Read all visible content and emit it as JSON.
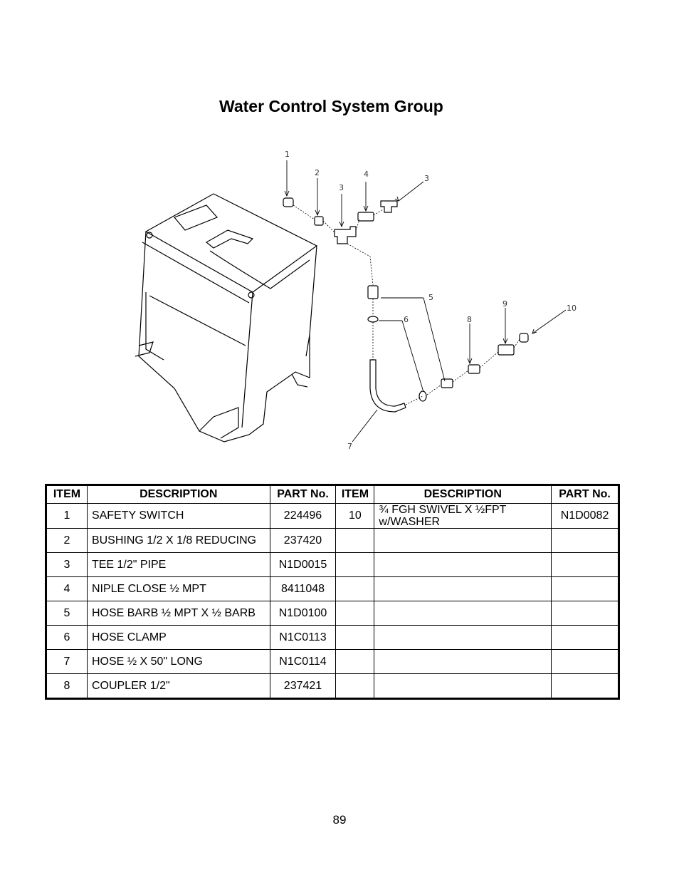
{
  "title": "Water Control System Group",
  "diagram": {
    "callouts": [
      "1",
      "2",
      "3",
      "4",
      "3",
      "5",
      "6",
      "7",
      "8",
      "9",
      "10"
    ]
  },
  "table": {
    "headers": [
      "ITEM",
      "DESCRIPTION",
      "PART No.",
      "ITEM",
      "DESCRIPTION",
      "PART No."
    ],
    "rows": [
      {
        "item": "1",
        "desc": "SAFETY SWITCH",
        "part": "224496",
        "item2": "10",
        "desc2": "¾ FGH SWIVEL X ½FPT w/WASHER",
        "part2": "N1D0082"
      },
      {
        "item": "2",
        "desc": "BUSHING 1/2 X 1/8 REDUCING",
        "part": "237420",
        "item2": "",
        "desc2": "",
        "part2": ""
      },
      {
        "item": "3",
        "desc": "TEE 1/2\" PIPE",
        "part": "N1D0015",
        "item2": "",
        "desc2": "",
        "part2": ""
      },
      {
        "item": "4",
        "desc": "NIPLE CLOSE ½ MPT",
        "part": "8411048",
        "item2": "",
        "desc2": "",
        "part2": ""
      },
      {
        "item": "5",
        "desc": "HOSE BARB ½ MPT X ½ BARB",
        "part": "N1D0100",
        "item2": "",
        "desc2": "",
        "part2": ""
      },
      {
        "item": "6",
        "desc": "HOSE CLAMP",
        "part": "N1C0113",
        "item2": "",
        "desc2": "",
        "part2": ""
      },
      {
        "item": "7",
        "desc": "HOSE ½ X 50\" LONG",
        "part": "N1C0114",
        "item2": "",
        "desc2": "",
        "part2": ""
      },
      {
        "item": "8",
        "desc": "COUPLER 1/2\"",
        "part": "237421",
        "item2": "",
        "desc2": "",
        "part2": ""
      }
    ]
  },
  "page_number": "89"
}
